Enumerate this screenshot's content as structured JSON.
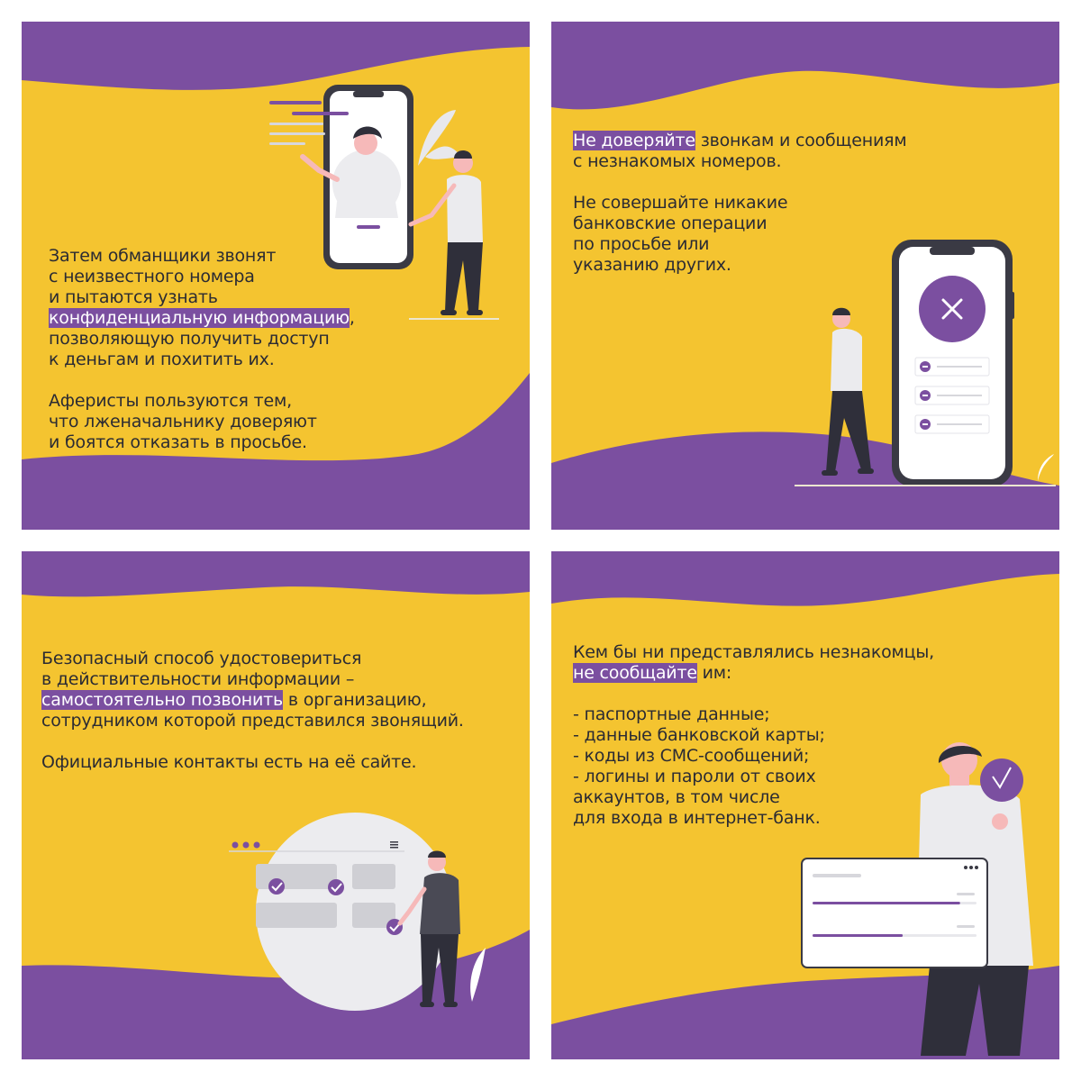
{
  "colors": {
    "background": "#F4C430",
    "accent": "#7B4FA0",
    "text": "#2b2b33",
    "highlight_text": "#FFFFFF"
  },
  "cards": [
    {
      "paragraphs": [
        [
          {
            "pre": "Затем обманщики звонят",
            "hl": "",
            "post": ""
          },
          {
            "pre": "с неизвестного номера",
            "hl": "",
            "post": ""
          },
          {
            "pre": "и пытаются узнать",
            "hl": "",
            "post": ""
          },
          {
            "pre": "",
            "hl": "конфиденциальную информацию",
            "post": ","
          },
          {
            "pre": "позволяющую получить доступ",
            "hl": "",
            "post": ""
          },
          {
            "pre": "к деньгам и похитить их.",
            "hl": "",
            "post": ""
          }
        ],
        [
          {
            "pre": "Аферисты пользуются тем,",
            "hl": "",
            "post": ""
          },
          {
            "pre": "что лженачальнику доверяют",
            "hl": "",
            "post": ""
          },
          {
            "pre": "и боятся отказать в просьбе.",
            "hl": "",
            "post": ""
          }
        ]
      ],
      "icons": [
        "smartphone-icon",
        "person-icon",
        "leaf-icon"
      ]
    },
    {
      "paragraphs": [
        [
          {
            "pre": "",
            "hl": "Не доверяйте",
            "post": " звонкам и сообщениям"
          },
          {
            "pre": "с незнакомых номеров.",
            "hl": "",
            "post": ""
          }
        ],
        [
          {
            "pre": "Не совершайте никакие",
            "hl": "",
            "post": ""
          },
          {
            "pre": "банковские операции",
            "hl": "",
            "post": ""
          },
          {
            "pre": "по просьбе или",
            "hl": "",
            "post": ""
          },
          {
            "pre": "указанию других.",
            "hl": "",
            "post": ""
          }
        ]
      ],
      "icons": [
        "smartphone-icon",
        "close-icon",
        "minus-icon",
        "person-icon"
      ]
    },
    {
      "paragraphs": [
        [
          {
            "pre": "Безопасный способ удостовериться",
            "hl": "",
            "post": ""
          },
          {
            "pre": "в действительности информации –",
            "hl": "",
            "post": ""
          },
          {
            "pre": "",
            "hl": "самостоятельно позвонить",
            "post": " в организацию,"
          },
          {
            "pre": "сотрудником которой представился звонящий.",
            "hl": "",
            "post": ""
          }
        ],
        [
          {
            "pre": "Официальные контакты есть на её сайте.",
            "hl": "",
            "post": ""
          }
        ]
      ],
      "icons": [
        "checkmark-icon",
        "menu-icon",
        "more-icon",
        "person-icon"
      ]
    },
    {
      "paragraphs": [
        [
          {
            "pre": "Кем бы ни представлялись незнакомцы,",
            "hl": "",
            "post": ""
          },
          {
            "pre": "",
            "hl": "не сообщайте",
            "post": " им:"
          }
        ],
        [
          {
            "pre": "- паспортные данные;",
            "hl": "",
            "post": ""
          },
          {
            "pre": "- данные банковской карты;",
            "hl": "",
            "post": ""
          },
          {
            "pre": "- коды из СМС-сообщений;",
            "hl": "",
            "post": ""
          },
          {
            "pre": "- логины и пароли от своих",
            "hl": "",
            "post": ""
          },
          {
            "pre": "аккаунтов, в том числе",
            "hl": "",
            "post": ""
          },
          {
            "pre": "для входа в интернет-банк.",
            "hl": "",
            "post": ""
          }
        ]
      ],
      "progress": [
        0.9,
        0.55
      ],
      "icons": [
        "checkmark-icon",
        "more-icon",
        "person-icon"
      ]
    }
  ]
}
